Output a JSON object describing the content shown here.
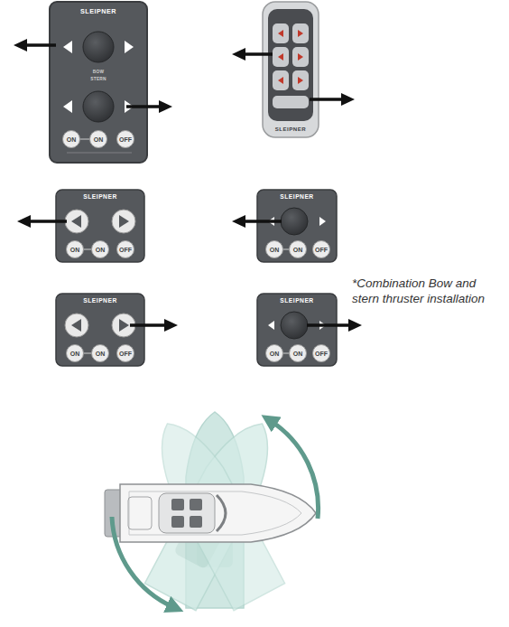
{
  "diagram": {
    "nodes": [
      {
        "text": [
          "SLEIPNER",
          "BOW",
          "STERN"
        ]
      },
      {
        "text": [
          "ON"
        ],
        "in": 0
      },
      {
        "text": [
          "ON"
        ],
        "in": 0
      },
      {
        "text": [
          "OFF"
        ],
        "in": 0
      },
      {
        "text": [
          "SLEIPNER"
        ]
      },
      {
        "text": [
          "SLEIPNER"
        ]
      },
      {
        "text": [
          "ON"
        ],
        "in": 5
      },
      {
        "text": [
          "ON"
        ],
        "in": 5
      },
      {
        "text": [
          "OFF"
        ],
        "in": 5
      },
      {
        "text": [
          "SLEIPNER"
        ]
      },
      {
        "text": [
          "ON"
        ],
        "in": 9
      },
      {
        "text": [
          "ON"
        ],
        "in": 9
      },
      {
        "text": [
          "OFF"
        ],
        "in": 9
      },
      {
        "text": [
          "SLEIPNER"
        ]
      },
      {
        "text": [
          "ON"
        ],
        "in": 13
      },
      {
        "text": [
          "ON"
        ],
        "in": 13
      },
      {
        "text": [
          "OFF"
        ],
        "in": 13
      },
      {
        "text": [
          "SLEIPNER"
        ]
      },
      {
        "text": [
          "ON"
        ],
        "in": 17
      },
      {
        "text": [
          "ON"
        ],
        "in": 17
      },
      {
        "text": [
          "OFF"
        ],
        "in": 17
      }
    ],
    "labels": [
      "*Combination Bow and stern thruster installation"
    ]
  }
}
